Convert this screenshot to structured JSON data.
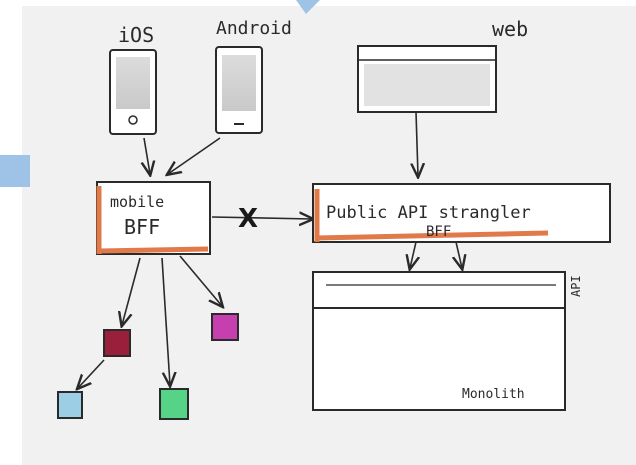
{
  "labels": {
    "ios": "iOS",
    "android": "Android",
    "web": "web",
    "mobile_bff_line1": "mobile",
    "mobile_bff_line2": "BFF",
    "public_api_line1": "Public API strangler",
    "public_api_line2": "BFF",
    "api": "API",
    "monolith": "Monolith",
    "blocked_marker": "X"
  },
  "colors": {
    "paper": "#f1f1f1",
    "ink": "#2a2a2a",
    "accent_orange": "#e07a4a",
    "accent_blue": "#9fc3e7",
    "service_dark_red": "#9a1f3b",
    "service_magenta": "#c63fae",
    "service_light_blue": "#9ccfe6",
    "service_green": "#56d386"
  },
  "services": [
    {
      "name": "service-dark-red",
      "color": "#9a1f3b"
    },
    {
      "name": "service-magenta",
      "color": "#c63fae"
    },
    {
      "name": "service-light-blue",
      "color": "#9ccfe6"
    },
    {
      "name": "service-green",
      "color": "#56d386"
    }
  ]
}
